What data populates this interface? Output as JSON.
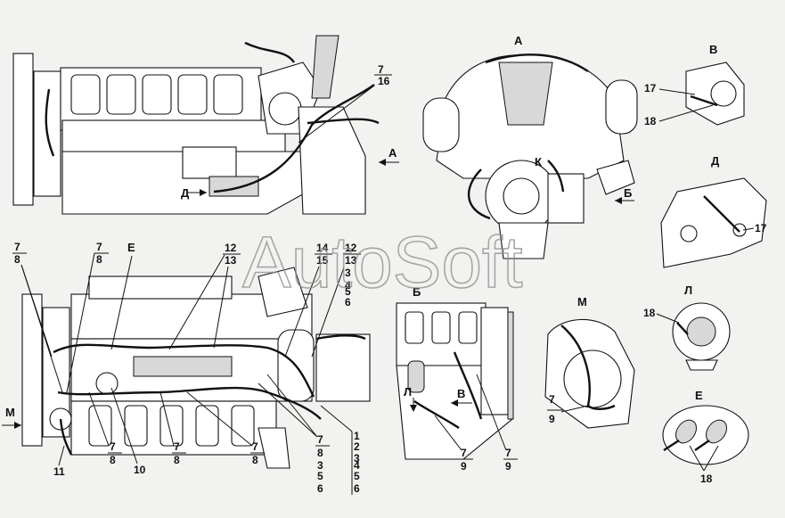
{
  "watermark": "AutoSoft",
  "views": {
    "A": "А",
    "V": "В",
    "D": "Д",
    "L": "Л",
    "E": "Е",
    "M": "М",
    "B": "Б",
    "K": "К"
  },
  "callouts": {
    "top_7": "7",
    "top_16": "16",
    "arrow_a": "А",
    "arrow_d": "Д",
    "arrow_b": "Б",
    "v_17": "17",
    "v_18": "18",
    "d_17": "17",
    "l_18": "18",
    "e_18": "18",
    "m_7": "7",
    "m_9": "9",
    "b_7a": "7",
    "b_9a": "9",
    "b_7b": "7",
    "b_9b": "9",
    "b_arrow_l": "Л",
    "b_arrow_v": "В",
    "lw_7a": "7",
    "lw_8a": "8",
    "lw_7b": "7",
    "lw_8b": "8",
    "lw_e": "Е",
    "lw_m": "М",
    "lw_12a": "12",
    "lw_13a": "13",
    "lw_14": "14",
    "lw_15": "15",
    "lw_12b": "12",
    "lw_13b": "13",
    "lw_3a": "3",
    "lw_4a": "4",
    "lw_5a": "5",
    "lw_6a": "6",
    "lb_11": "11",
    "lb_7a": "7",
    "lb_8a": "8",
    "lb_10": "10",
    "lb_7b": "7",
    "lb_8b": "8",
    "lb_7c": "7",
    "lb_8c": "8",
    "lb_7d": "7",
    "lb_8d": "8",
    "lb_3a": "3",
    "lb_5a": "5",
    "lb_6a": "6",
    "lb_1": "1",
    "lb_2": "2",
    "lb_3b": "3",
    "lb_4": "4",
    "lb_5b": "5",
    "lb_6b": "6"
  }
}
